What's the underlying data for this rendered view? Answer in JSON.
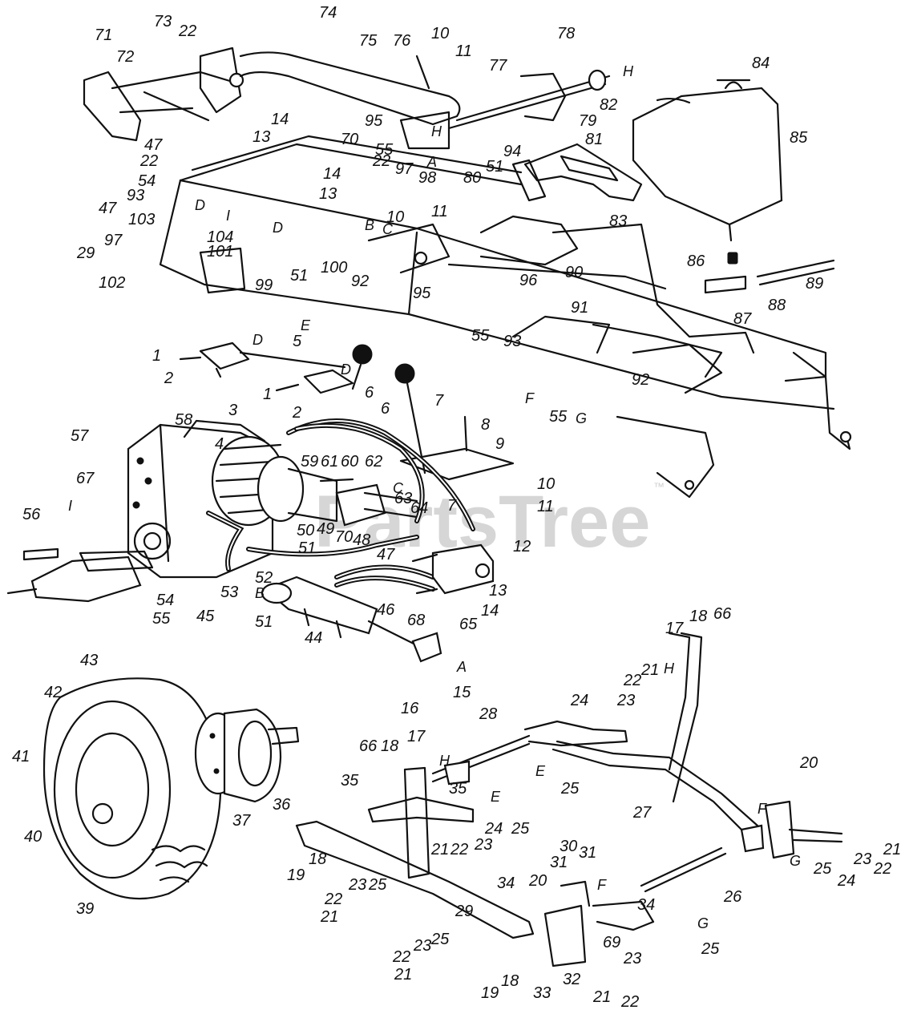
{
  "watermark": {
    "text": "PartsTree",
    "trademark": "™"
  },
  "callouts": [
    "74",
    "73",
    "22",
    "71",
    "72",
    "75",
    "76",
    "10",
    "11",
    "78",
    "77",
    "84",
    "85",
    "95",
    "47",
    "22",
    "13",
    "14",
    "70",
    "55",
    "22",
    "97",
    "98",
    "79",
    "82",
    "81",
    "54",
    "93",
    "47",
    "103",
    "14",
    "13",
    "80",
    "51",
    "94",
    "10",
    "11",
    "83",
    "97",
    "29",
    "104",
    "99",
    "51",
    "100",
    "101",
    "102",
    "92",
    "86",
    "96",
    "90",
    "95",
    "91",
    "88",
    "89",
    "87",
    "55",
    "93",
    "92",
    "1",
    "5",
    "2",
    "6",
    "3",
    "6",
    "7",
    "1",
    "2",
    "55",
    "8",
    "58",
    "57",
    "4",
    "59",
    "60",
    "61",
    "62",
    "9",
    "10",
    "67",
    "63",
    "11",
    "64",
    "56",
    "7",
    "50",
    "49",
    "70",
    "48",
    "51",
    "47",
    "12",
    "52",
    "53",
    "45",
    "54",
    "55",
    "51",
    "46",
    "44",
    "68",
    "65",
    "13",
    "14",
    "15",
    "16",
    "17",
    "18",
    "66",
    "43",
    "42",
    "22",
    "21",
    "23",
    "24",
    "28",
    "41",
    "36",
    "37",
    "40",
    "39",
    "66",
    "18",
    "17",
    "35",
    "35",
    "25",
    "27",
    "20",
    "25",
    "21",
    "22",
    "23",
    "24",
    "25",
    "26",
    "19",
    "18",
    "34",
    "30",
    "31",
    "31",
    "22",
    "23",
    "25",
    "21",
    "20",
    "34",
    "29",
    "19",
    "18",
    "33",
    "32",
    "69",
    "23",
    "21",
    "22",
    "25",
    "23",
    "22",
    "21",
    "21",
    "22",
    "23",
    "24",
    "25"
  ],
  "letters": [
    "H",
    "H",
    "A",
    "B",
    "C",
    "D",
    "D",
    "I",
    "D",
    "E",
    "D",
    "F",
    "G",
    "C",
    "I",
    "B",
    "A",
    "H",
    "E",
    "E",
    "H",
    "F",
    "F",
    "G",
    "G"
  ]
}
